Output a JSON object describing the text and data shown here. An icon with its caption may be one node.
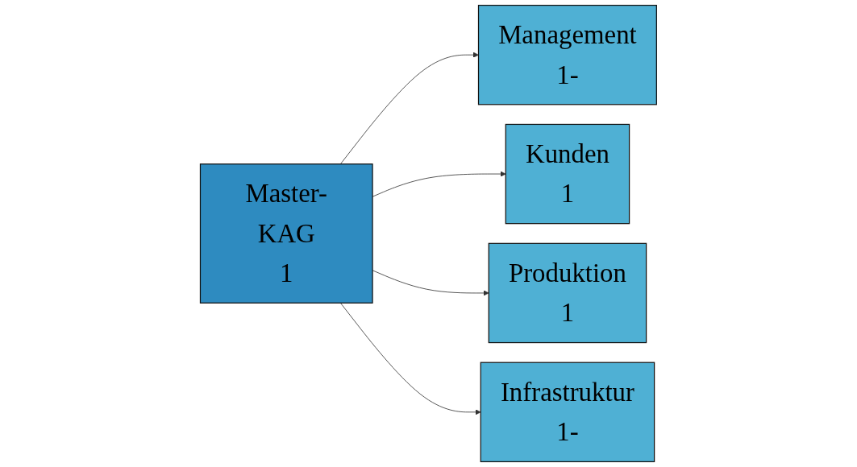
{
  "diagram": {
    "nodes": [
      {
        "text": [
          "Master-KAG",
          "1"
        ]
      },
      {
        "text": [
          "Management",
          "1-"
        ]
      },
      {
        "text": [
          "Kunden",
          "1"
        ]
      },
      {
        "text": [
          "Produktion",
          "1"
        ]
      },
      {
        "text": [
          "Infrastruktur",
          "1-"
        ]
      }
    ],
    "edges": [
      {
        "from": 0,
        "to": 1,
        "arrow": "to"
      },
      {
        "from": 0,
        "to": 2,
        "arrow": "to"
      },
      {
        "from": 0,
        "to": 3,
        "arrow": "to"
      },
      {
        "from": 0,
        "to": 4,
        "arrow": "to"
      }
    ]
  }
}
